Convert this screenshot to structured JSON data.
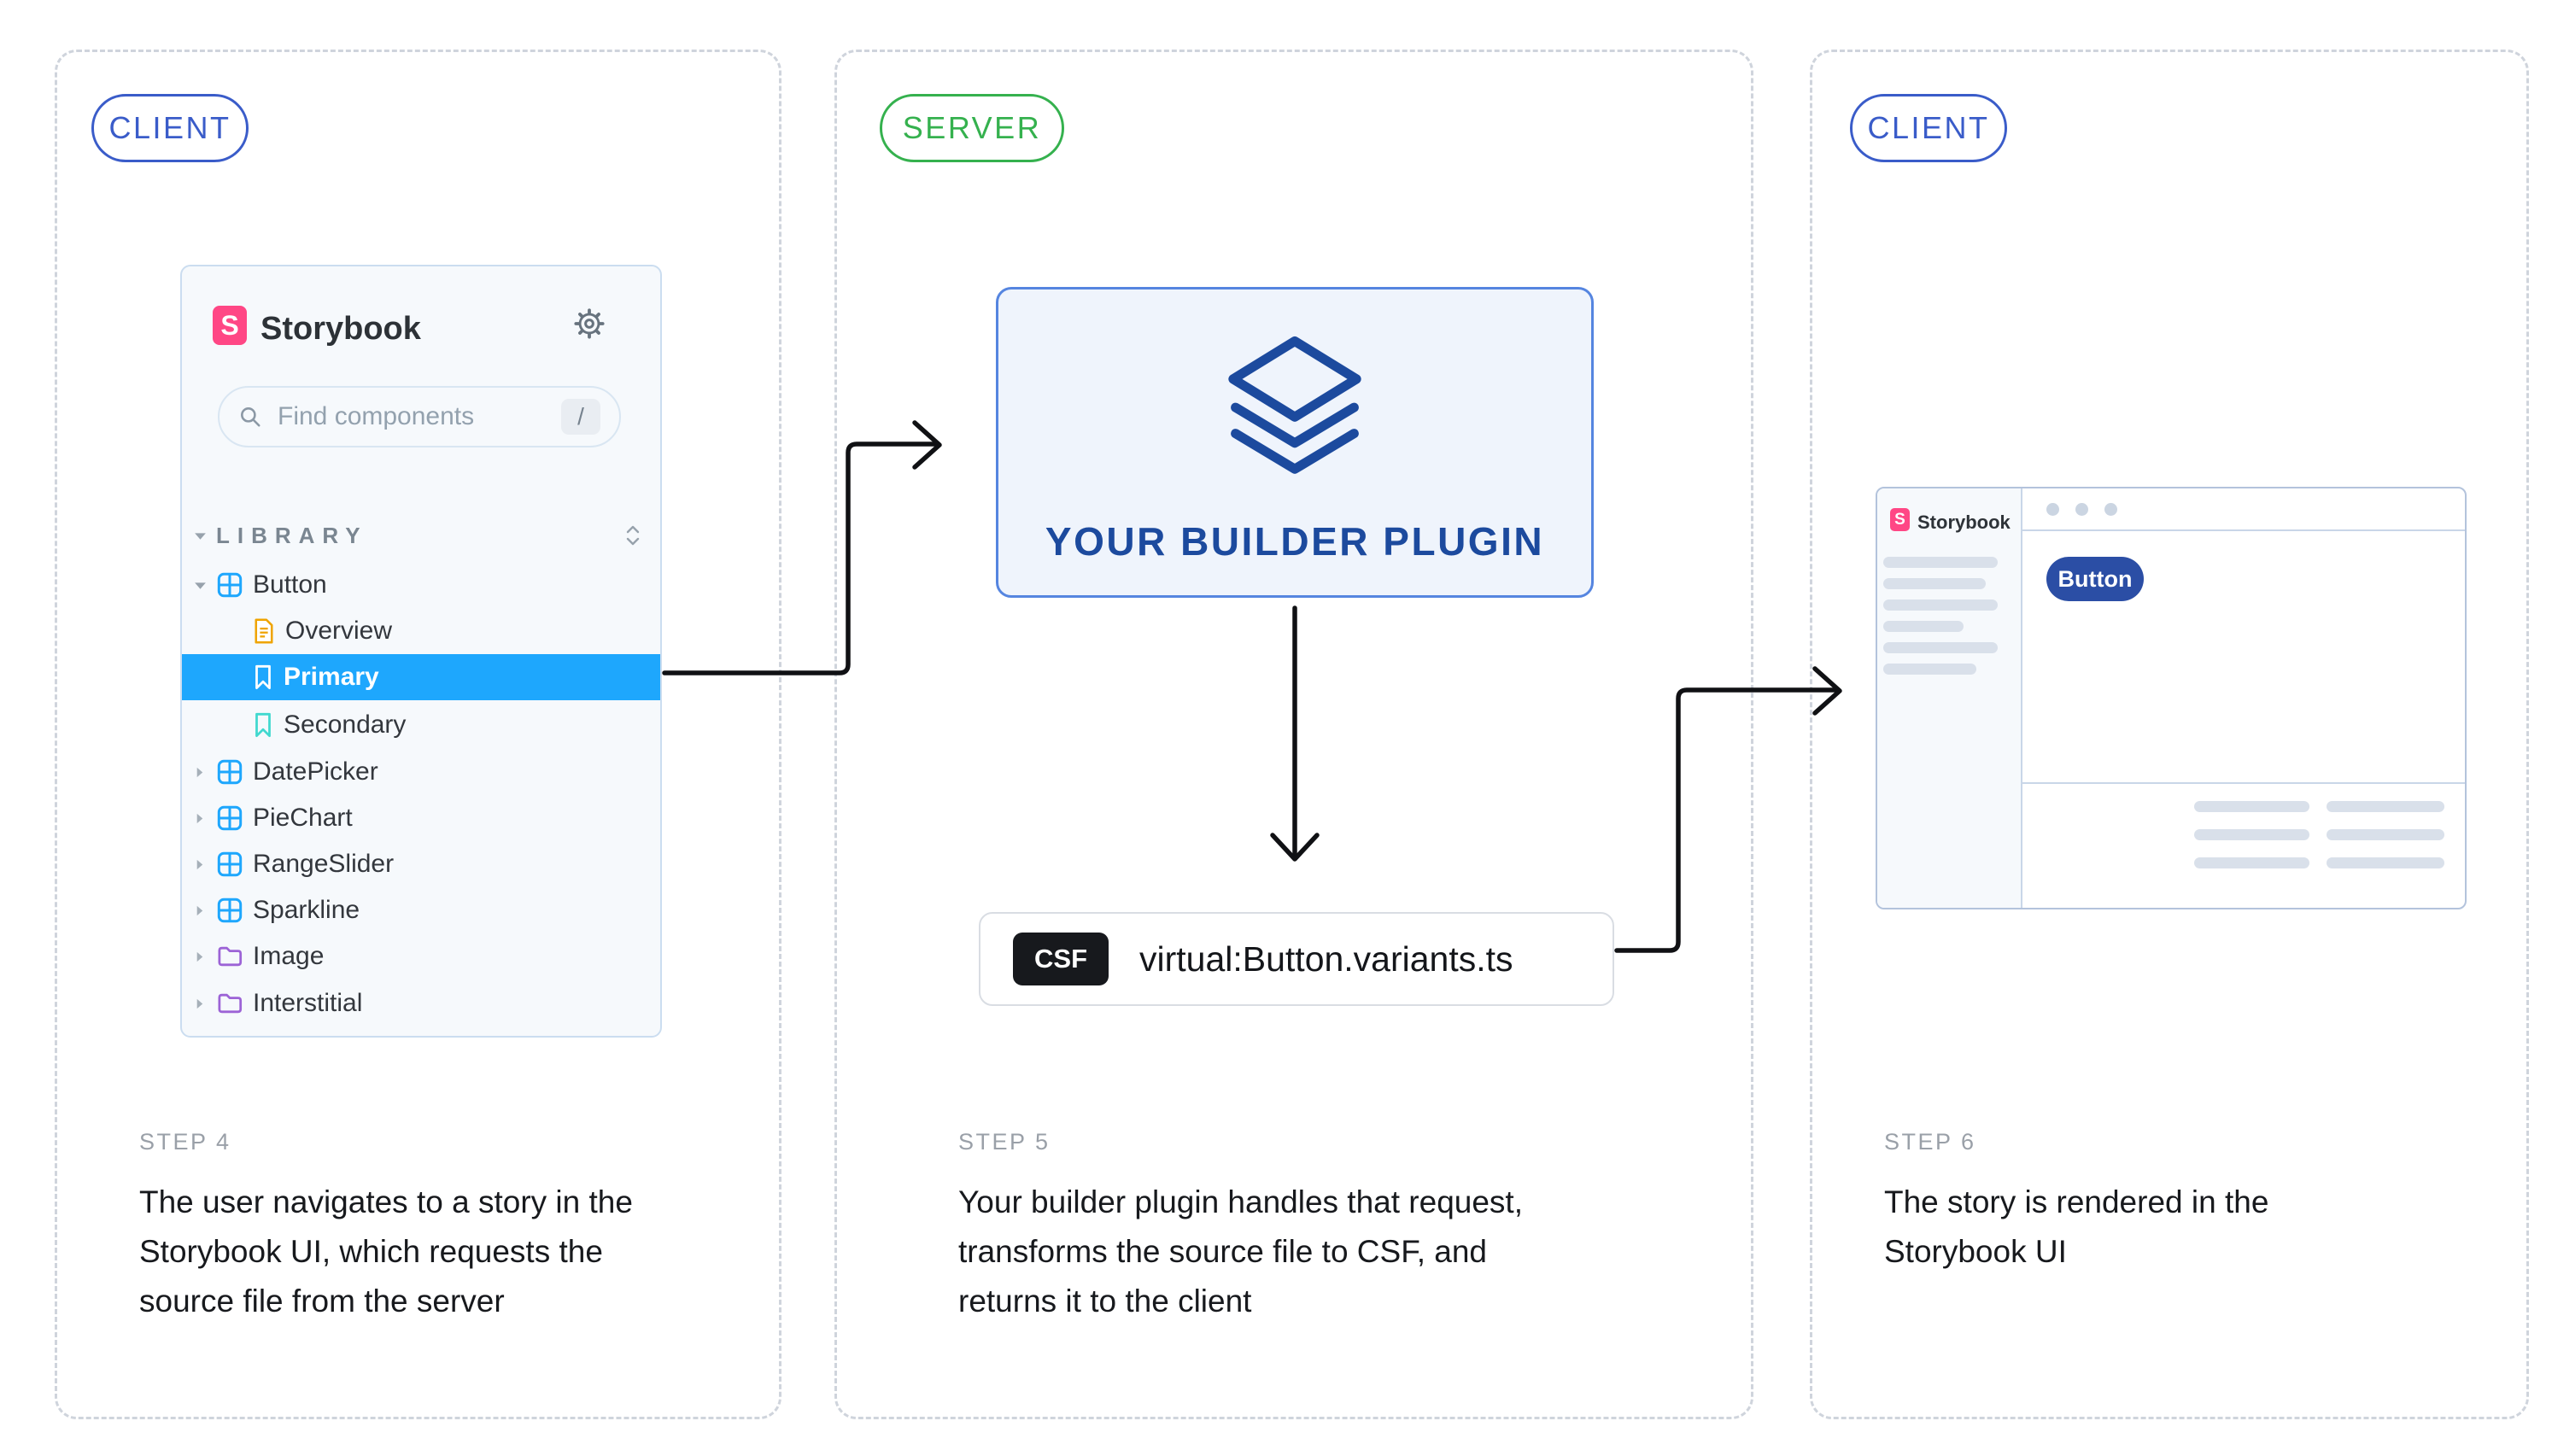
{
  "badges": {
    "client_left": "CLIENT",
    "server": "SERVER",
    "client_right": "CLIENT"
  },
  "storybook": {
    "title": "Storybook",
    "logo_letter": "S",
    "search": {
      "placeholder": "Find components",
      "shortcut_key": "/"
    },
    "section": "LIBRARY",
    "tree": [
      {
        "label": "Button",
        "type": "component",
        "expanded": true
      },
      {
        "label": "Overview",
        "type": "document"
      },
      {
        "label": "Primary",
        "type": "story",
        "selected": true
      },
      {
        "label": "Secondary",
        "type": "story"
      },
      {
        "label": "DatePicker",
        "type": "component"
      },
      {
        "label": "PieChart",
        "type": "component"
      },
      {
        "label": "RangeSlider",
        "type": "component"
      },
      {
        "label": "Sparkline",
        "type": "component"
      },
      {
        "label": "Image",
        "type": "folder"
      },
      {
        "label": "Interstitial",
        "type": "folder"
      }
    ]
  },
  "server": {
    "builder_label": "YOUR BUILDER PLUGIN",
    "csf_badge": "CSF",
    "csf_file": "virtual:Button.variants.ts"
  },
  "mini_storybook": {
    "title": "Storybook",
    "logo_letter": "S",
    "button_label": "Button"
  },
  "steps": [
    {
      "label": "STEP 4",
      "lines": [
        "The user navigates to a story in the",
        "Storybook UI, which requests the",
        "source file from the server"
      ]
    },
    {
      "label": "STEP 5",
      "lines": [
        "Your builder plugin handles that request,",
        "transforms the source file to CSF, and",
        "returns it to the client"
      ]
    },
    {
      "label": "STEP 6",
      "lines": [
        "The story is rendered in the",
        "Storybook UI"
      ]
    }
  ],
  "colors": {
    "badge_blue": "#3A5CC9",
    "badge_green": "#35B14E",
    "storybook_pink": "#FF4785",
    "selection_blue": "#1EA7FD",
    "navy": "#1C4A9E",
    "button_blue": "#2B4EA5",
    "component_icon_blue": "#1EA7FD",
    "document_icon_orange": "#EFA400",
    "story_icon_teal": "#41D9CF",
    "folder_icon_purple": "#9C63D6"
  }
}
